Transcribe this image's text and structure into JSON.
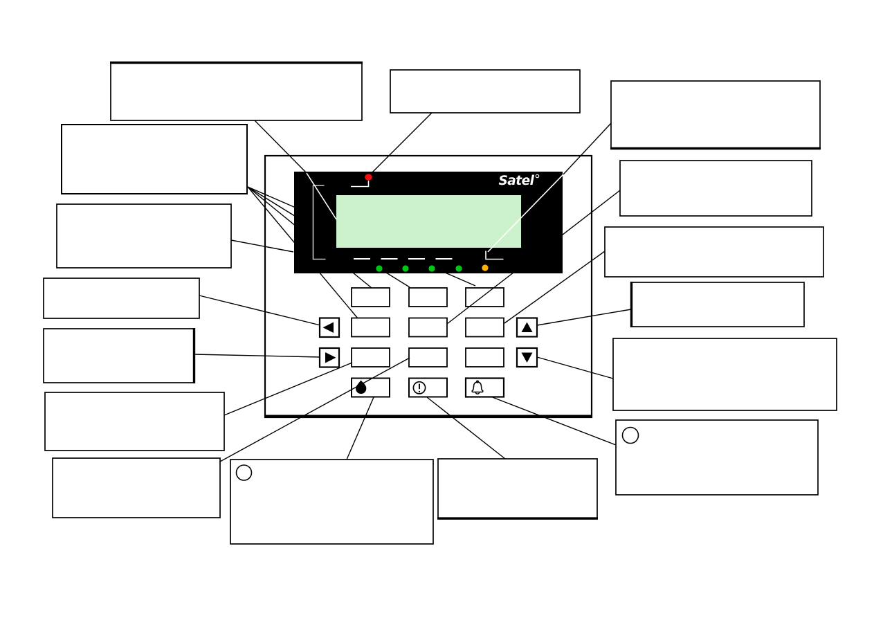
{
  "brand": {
    "logo_text": "Satel",
    "registered_mark": "°"
  },
  "colors": {
    "background": "#ffffff",
    "panel": "#000000",
    "lcd": "#ccf2cc",
    "led_green": "#00c418",
    "led_orange": "#ffb000",
    "led_red": "#ee1111",
    "callout_line": "#000000",
    "panel_marks": "#ffffff",
    "panel_bracket": "#c8c8c8"
  },
  "leds": {
    "green_count": 4,
    "orange_count": 1,
    "red_count": 1
  },
  "keys": {
    "blank_key_count": 9,
    "icon_keys": [
      "fire-icon",
      "exclamation-circle-icon",
      "bell-icon"
    ],
    "arrow_keys": [
      "left",
      "right",
      "up",
      "down"
    ]
  },
  "callout_boxes": [
    {
      "id": "left-1",
      "label": ""
    },
    {
      "id": "left-2",
      "label": ""
    },
    {
      "id": "left-3",
      "label": ""
    },
    {
      "id": "left-4",
      "label": ""
    },
    {
      "id": "left-5",
      "label": ""
    },
    {
      "id": "left-6",
      "label": ""
    },
    {
      "id": "left-7",
      "label": ""
    },
    {
      "id": "top-center",
      "label": ""
    },
    {
      "id": "right-1",
      "label": ""
    },
    {
      "id": "right-2",
      "label": ""
    },
    {
      "id": "right-3",
      "label": ""
    },
    {
      "id": "right-4",
      "label": ""
    },
    {
      "id": "right-5",
      "label": ""
    },
    {
      "id": "right-6",
      "label": ""
    },
    {
      "id": "bottom-left",
      "label": ""
    },
    {
      "id": "bottom-right",
      "label": ""
    }
  ]
}
